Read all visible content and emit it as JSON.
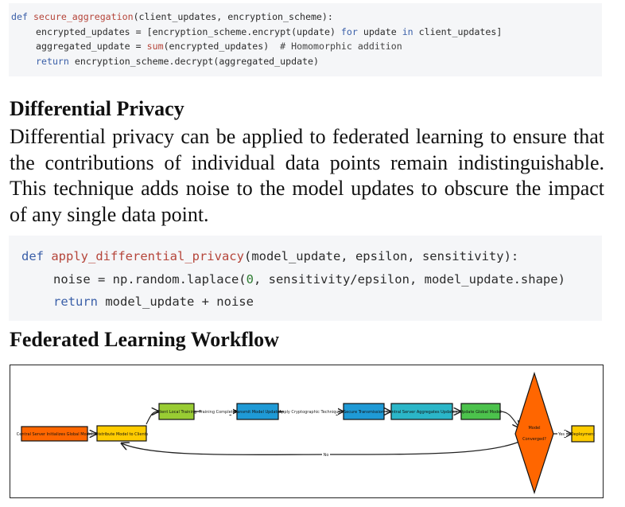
{
  "code1": {
    "line1": {
      "kw": "def",
      "fn": "secure_aggregation",
      "rest": "(client_updates, encryption_scheme):"
    },
    "line2": {
      "a": "encrypted_updates = [encryption_scheme.encrypt(update) ",
      "kw1": "for",
      "b": " update ",
      "kw2": "in",
      "c": " client_updates]"
    },
    "line3": {
      "a": "aggregated_update = ",
      "fn": "sum",
      "b": "(encrypted_updates)  ",
      "cm": "# Homomorphic addition"
    },
    "line4": {
      "kw": "return",
      "rest": " encryption_scheme.decrypt(aggregated_update)"
    }
  },
  "section_dp": {
    "heading": "Differential Privacy",
    "paragraph": "Differential privacy can be applied to federated learning to ensure that the contributions of individual data points remain indistinguishable. This technique adds noise to the model updates to obscure the impact of any single data point."
  },
  "code2": {
    "line1": {
      "kw": "def",
      "fn": "apply_differential_privacy",
      "rest": "(model_update, epsilon, sensitivity):"
    },
    "line2": {
      "a": "noise = np.random.laplace(",
      "num": "0",
      "b": ", sensitivity/epsilon, model_update.shape)"
    },
    "line3": {
      "kw": "return",
      "rest": " model_update + noise"
    }
  },
  "section_flw": {
    "heading": "Federated Learning Workflow"
  },
  "diagram": {
    "nodes": {
      "init": {
        "label": "Central Server Initializes Global Model",
        "color": "#ff6600"
      },
      "distribute": {
        "label": "Distribute Model to Clients",
        "color": "#ffcc00"
      },
      "local": {
        "label": "Client Local Training",
        "color": "#99cc33"
      },
      "transmit": {
        "label": "Transmit Model Updates",
        "color": "#1f9ad6"
      },
      "secure": {
        "label": "Secure Transmission",
        "color": "#1f9ad6"
      },
      "aggregate": {
        "label": "Central Server Aggregates Updates",
        "color": "#2bb6c8"
      },
      "update": {
        "label": "Update Global Model",
        "color": "#4cc24c"
      },
      "converged": {
        "label_line1": "Model",
        "label_line2": "Converged?",
        "color": "#ff6600"
      },
      "deploy": {
        "label": "Deployment",
        "color": "#ffcc00"
      }
    },
    "edges": {
      "training_complete": "Training Complete",
      "apply_crypto": "Apply Cryptographic Techniques",
      "yes": "Yes",
      "no": "No"
    }
  }
}
